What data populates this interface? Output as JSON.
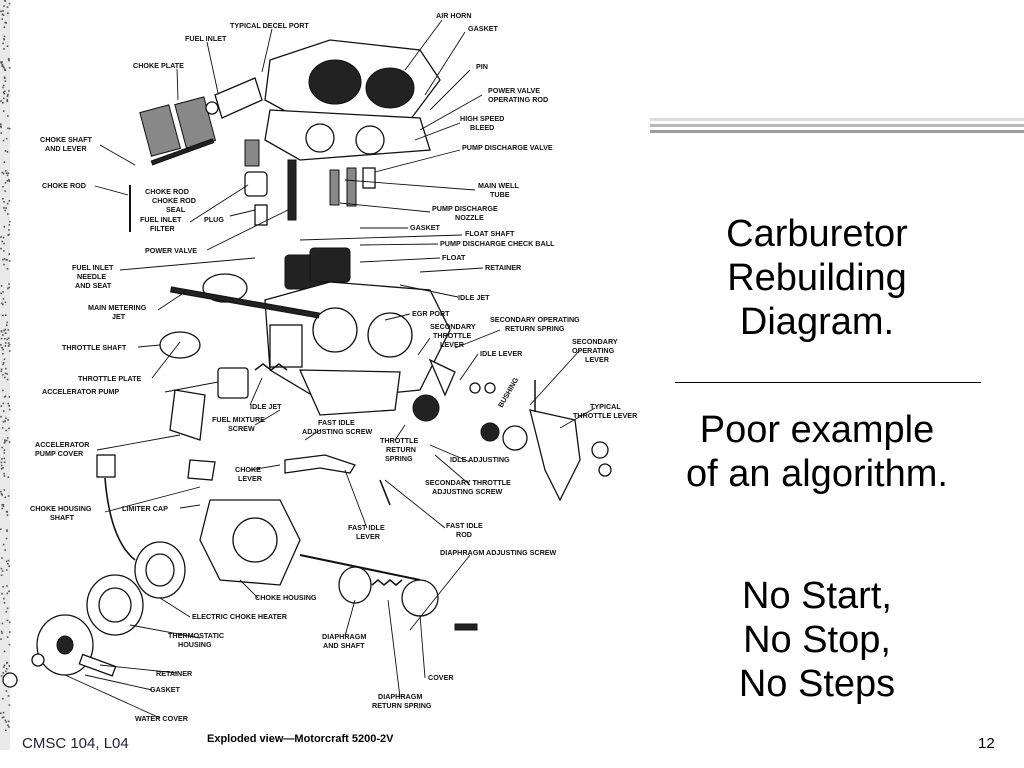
{
  "slide": {
    "title_lines": [
      "Carburetor",
      "Rebuilding",
      "Diagram."
    ],
    "subtitle_lines": [
      "Poor example",
      "of an algorithm."
    ],
    "note_lines": [
      "No Start,",
      "No Stop,",
      "No Steps"
    ],
    "footer_left": "CMSC 104, L04",
    "page_number": "12"
  },
  "diagram": {
    "caption": "Exploded view—Motorcraft 5200-2V",
    "labels": [
      "TYPICAL DECEL PORT",
      "AIR HORN",
      "GASKET",
      "FUEL INLET",
      "CHOKE PLATE",
      "PIN",
      "POWER VALVE",
      "OPERATING ROD",
      "HIGH SPEED",
      "BLEED",
      "CHOKE SHAFT",
      "AND LEVER",
      "PUMP DISCHARGE VALVE",
      "CHOKE ROD",
      "CHOKE ROD",
      "CHOKE ROD",
      "SEAL",
      "MAIN WELL",
      "TUBE",
      "PUMP DISCHARGE",
      "NOZZLE",
      "FUEL INLET",
      "FILTER",
      "PLUG",
      "GASKET",
      "FLOAT SHAFT",
      "POWER VALVE",
      "PUMP DISCHARGE CHECK BALL",
      "FLOAT",
      "FUEL INLET",
      "NEEDLE",
      "AND SEAT",
      "RETAINER",
      "IDLE JET",
      "MAIN METERING",
      "JET",
      "EGR PORT",
      "SECONDARY OPERATING",
      "RETURN SPRING",
      "SECONDARY",
      "THROTTLE",
      "LEVER",
      "SECONDARY",
      "OPERATING",
      "LEVER",
      "THROTTLE SHAFT",
      "IDLE LEVER",
      "THROTTLE PLATE",
      "ACCELERATOR PUMP",
      "BUSHING",
      "IDLE JET",
      "TYPICAL",
      "THROTTLE LEVER",
      "FUEL MIXTURE",
      "SCREW",
      "FAST IDLE",
      "ADJUSTING SCREW",
      "ACCELERATOR",
      "PUMP COVER",
      "THROTTLE",
      "RETURN",
      "SPRING",
      "IDLE ADJUSTING",
      "CHOKE",
      "LEVER",
      "SECONDARY THROTTLE",
      "ADJUSTING SCREW",
      "CHOKE HOUSING",
      "SHAFT",
      "LIMITER CAP",
      "FAST IDLE",
      "LEVER",
      "FAST IDLE",
      "ROD",
      "DIAPHRAGM ADJUSTING SCREW",
      "CHOKE HOUSING",
      "ELECTRIC CHOKE HEATER",
      "THERMOSTATIC",
      "HOUSING",
      "DIAPHRAGM",
      "AND SHAFT",
      "RETAINER",
      "COVER",
      "GASKET",
      "DIAPHRAGM",
      "RETURN SPRING",
      "WATER COVER"
    ]
  }
}
